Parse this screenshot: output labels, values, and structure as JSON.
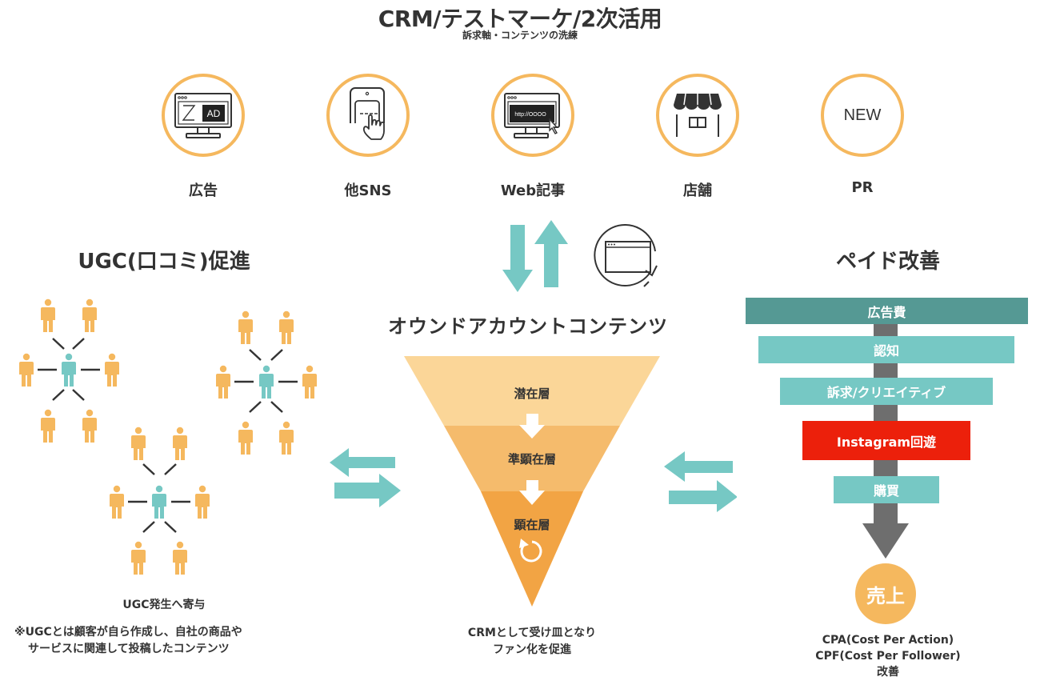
{
  "header": {
    "title": "CRM/テストマーケ/2次活用",
    "subtitle": "訴求軸・コンテンツの洗練"
  },
  "channels": [
    {
      "label": "広告",
      "icon": "monitor-ad-icon",
      "icon_text": "AD"
    },
    {
      "label": "他SNS",
      "icon": "smartphone-tap-icon"
    },
    {
      "label": "Web記事",
      "icon": "browser-url-icon",
      "icon_text": "http://OOOO"
    },
    {
      "label": "店舗",
      "icon": "storefront-icon"
    },
    {
      "label": "PR",
      "icon": "new-badge-icon",
      "icon_text": "NEW"
    }
  ],
  "ugc": {
    "title": "UGC(口コミ)促進",
    "caption": "UGC発生へ寄与",
    "note_line1": "※UGCとは顧客が自ら作成し、自社の商品や",
    "note_line2": "サービスに関連して投稿したコンテンツ",
    "colors": {
      "hub": "#76c8c4",
      "follower": "#f5b85e"
    }
  },
  "owned": {
    "title": "オウンドアカウントコンテンツ",
    "layers": [
      "潜在層",
      "準顕在層",
      "顕在層"
    ],
    "layer_colors": [
      "#fbd698",
      "#f5bb6c",
      "#f2a444"
    ],
    "caption_line1": "CRMとして受け皿となり",
    "caption_line2": "ファン化を促進"
  },
  "paid": {
    "title": "ペイド改善",
    "steps": [
      {
        "label": "広告費",
        "color": "#559994"
      },
      {
        "label": "認知",
        "color": "#76c8c4"
      },
      {
        "label": "訴求/クリエイティブ",
        "color": "#76c8c4"
      },
      {
        "label": "Instagram回遊",
        "color": "#ec200b"
      },
      {
        "label": "購買",
        "color": "#76c8c4"
      }
    ],
    "result": "売上",
    "caption_line1": "CPA(Cost Per Action)",
    "caption_line2": "CPF(Cost Per Follower)",
    "caption_line3": "改善"
  },
  "colors": {
    "accent_orange": "#f5b85e",
    "teal": "#76c8c4",
    "dark_teal": "#559994",
    "red": "#ec200b",
    "gray_arrow": "#6e6e6e"
  }
}
